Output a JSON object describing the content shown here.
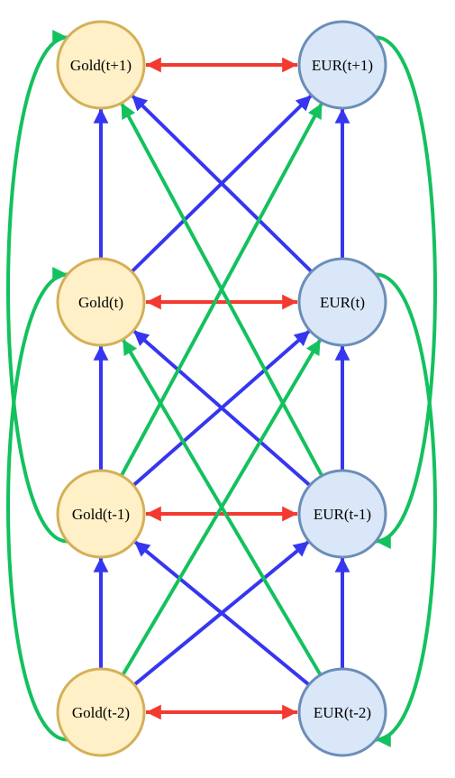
{
  "nodes": [
    {
      "id": "gold_t1",
      "label": "Gold(t+1)",
      "group": "gold"
    },
    {
      "id": "eur_t1",
      "label": "EUR(t+1)",
      "group": "eur"
    },
    {
      "id": "gold_t",
      "label": "Gold(t)",
      "group": "gold"
    },
    {
      "id": "eur_t",
      "label": "EUR(t)",
      "group": "eur"
    },
    {
      "id": "gold_tm1",
      "label": "Gold(t-1)",
      "group": "gold"
    },
    {
      "id": "eur_tm1",
      "label": "EUR(t-1)",
      "group": "eur"
    },
    {
      "id": "gold_tm2",
      "label": "Gold(t-2)",
      "group": "gold"
    },
    {
      "id": "eur_tm2",
      "label": "EUR(t-2)",
      "group": "eur"
    }
  ],
  "styles": {
    "gold": {
      "fill": "#FFF0C8",
      "stroke": "#D4B057"
    },
    "eur": {
      "fill": "#D9E7F8",
      "stroke": "#6B8DB8"
    },
    "edge_colors": {
      "contemporaneous": "#F23A30",
      "lag1": "#3636F0",
      "lag2": "#13C15E"
    }
  },
  "edges": [
    {
      "from": "gold_t1",
      "to": "eur_t1",
      "type": "contemporaneous",
      "bidirectional": true
    },
    {
      "from": "gold_t",
      "to": "eur_t",
      "type": "contemporaneous",
      "bidirectional": true
    },
    {
      "from": "gold_tm1",
      "to": "eur_tm1",
      "type": "contemporaneous",
      "bidirectional": true
    },
    {
      "from": "gold_tm2",
      "to": "eur_tm2",
      "type": "contemporaneous",
      "bidirectional": true
    },
    {
      "from": "gold_t",
      "to": "gold_t1",
      "type": "lag1"
    },
    {
      "from": "gold_tm1",
      "to": "gold_t",
      "type": "lag1"
    },
    {
      "from": "gold_tm2",
      "to": "gold_tm1",
      "type": "lag1"
    },
    {
      "from": "eur_t",
      "to": "eur_t1",
      "type": "lag1"
    },
    {
      "from": "eur_tm1",
      "to": "eur_t",
      "type": "lag1"
    },
    {
      "from": "eur_tm2",
      "to": "eur_tm1",
      "type": "lag1"
    },
    {
      "from": "gold_t",
      "to": "eur_t1",
      "type": "lag1"
    },
    {
      "from": "eur_t",
      "to": "gold_t1",
      "type": "lag1"
    },
    {
      "from": "gold_tm1",
      "to": "eur_t",
      "type": "lag1"
    },
    {
      "from": "eur_tm1",
      "to": "gold_t",
      "type": "lag1"
    },
    {
      "from": "gold_tm2",
      "to": "eur_tm1",
      "type": "lag1"
    },
    {
      "from": "eur_tm2",
      "to": "gold_tm1",
      "type": "lag1"
    },
    {
      "from": "gold_tm1",
      "to": "gold_t1",
      "type": "lag2",
      "curve": "left"
    },
    {
      "from": "gold_tm2",
      "to": "gold_t",
      "type": "lag2",
      "curve": "left"
    },
    {
      "from": "eur_t1",
      "to": "eur_tm1",
      "type": "lag2",
      "curve": "right"
    },
    {
      "from": "eur_t",
      "to": "eur_tm2",
      "type": "lag2",
      "curve": "right"
    },
    {
      "from": "gold_tm1",
      "to": "eur_t1",
      "type": "lag2"
    },
    {
      "from": "gold_tm2",
      "to": "eur_t",
      "type": "lag2"
    },
    {
      "from": "eur_tm1",
      "to": "gold_t1",
      "type": "lag2"
    },
    {
      "from": "eur_tm2",
      "to": "gold_t",
      "type": "lag2"
    }
  ]
}
